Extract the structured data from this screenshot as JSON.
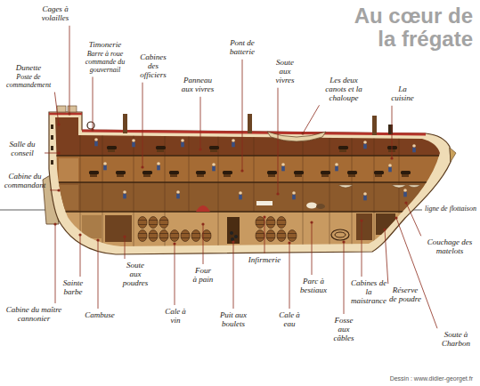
{
  "diagram": {
    "title": "Au cœur de la frégate",
    "caption": "Dessin : www.didier-georget.fr",
    "labels": [
      "Cages à volailles",
      "Dunette",
      "Poste de commandement",
      "Timonerie",
      "Barre à roue commande du gouvernail",
      "Cabines des officiers",
      "Panneau aux vivres",
      "Pont de batterie",
      "Soute aux vivres",
      "Les deux canots et la chaloupe",
      "La cuisine",
      "Salle du conseil",
      "Cabine du commandant",
      "ligne de flottaison",
      "Couchage des matelots",
      "Sainte barbe",
      "Soute aux poudres",
      "Cabine du maître cannonier",
      "Cambuse",
      "Cale à vin",
      "Four à pain",
      "Puit aux boulets",
      "Infirmerie",
      "Parc à bestiaux",
      "Cale à eau",
      "Fosse aux câbles",
      "Cabines de la maistrance",
      "Réserve de poudre",
      "Soute à Charbon"
    ]
  }
}
